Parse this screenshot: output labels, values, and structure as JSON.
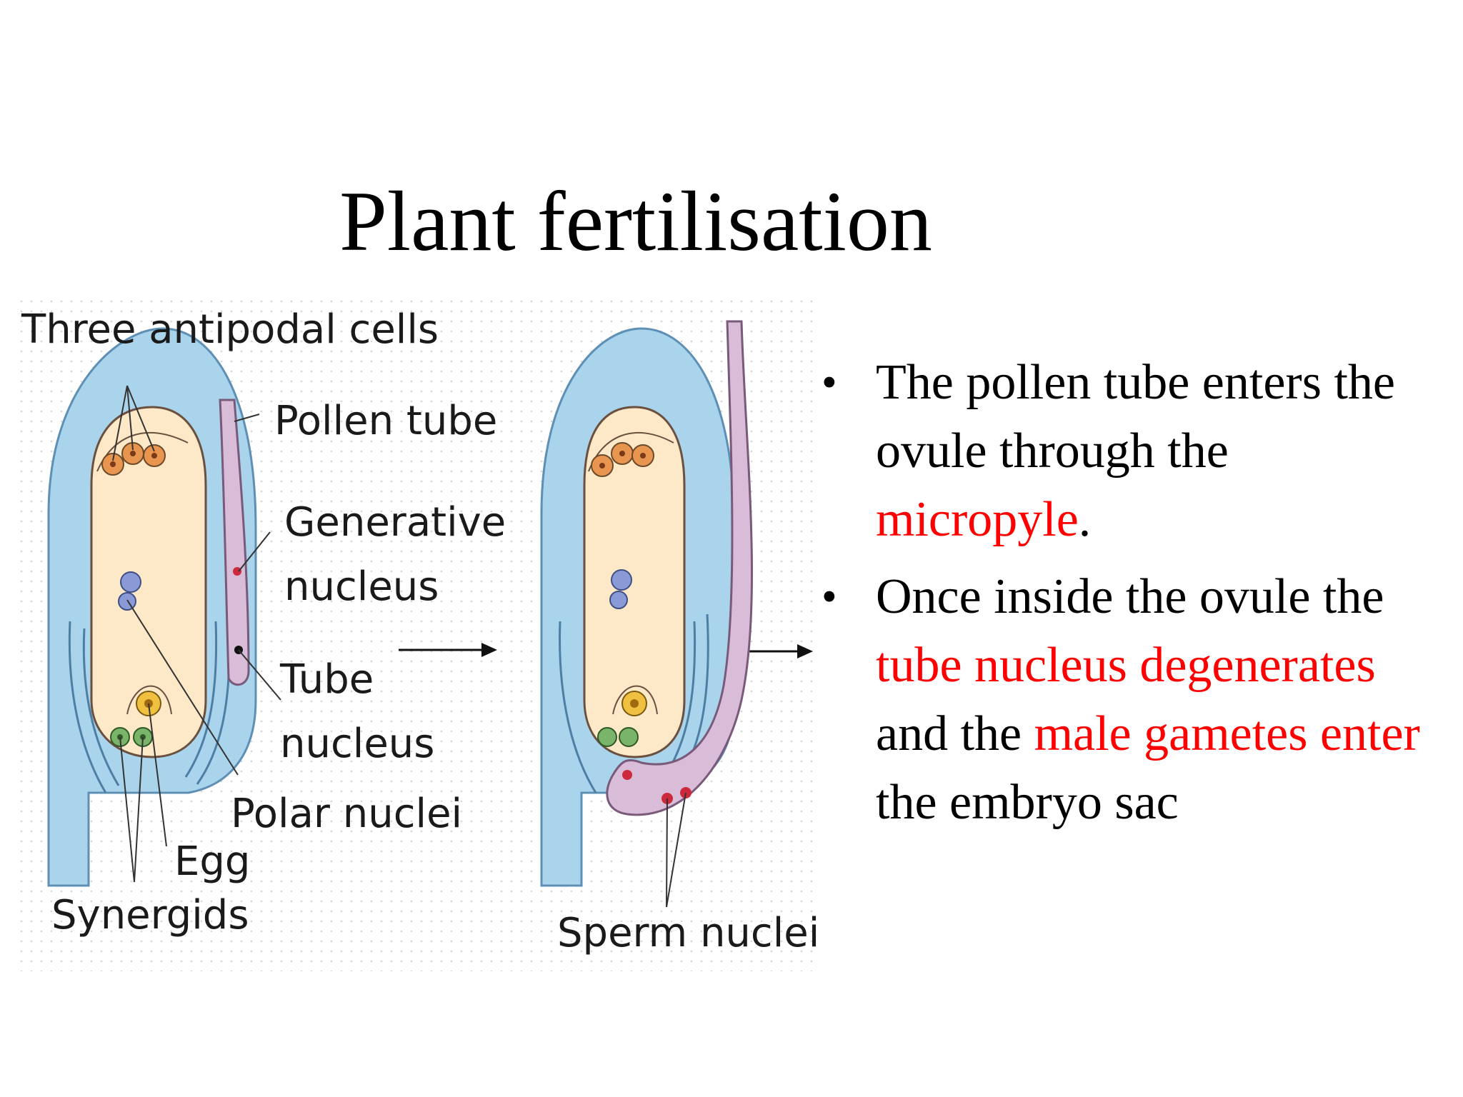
{
  "slide": {
    "title": "Plant fertilisation"
  },
  "diagram": {
    "labels": {
      "antipodal": "Three antipodal cells",
      "pollen_tube": "Pollen tube",
      "generative_1": "Generative",
      "generative_2": "nucleus",
      "tube_1": "Tube",
      "tube_2": "nucleus",
      "polar": "Polar nuclei",
      "egg": "Egg",
      "synergids": "Synergids",
      "sperm": "Sperm nuclei"
    },
    "colors": {
      "integument": "#a9d4ec",
      "embryo_sac": "#fde8c8",
      "pollen_tube": "#d8bcd8",
      "antipodal": "#e8954f",
      "polar": "#8a9ad6",
      "egg": "#f0c040",
      "synergid": "#7ab36a",
      "sperm": "#cc2a3c"
    }
  },
  "bullets": [
    {
      "parts": [
        {
          "text": "The pollen tube enters the ovule through the ",
          "color": "black"
        },
        {
          "text": "micropyle",
          "color": "red"
        },
        {
          "text": ".",
          "color": "black"
        }
      ]
    },
    {
      "parts": [
        {
          "text": "Once inside the ovule the ",
          "color": "black"
        },
        {
          "text": "tube nucleus degenerates",
          "color": "red"
        },
        {
          "text": " and the ",
          "color": "black"
        },
        {
          "text": "male gametes enter",
          "color": "red"
        },
        {
          "text": " the embryo sac",
          "color": "black"
        }
      ]
    }
  ],
  "bullet_glyph": "•"
}
